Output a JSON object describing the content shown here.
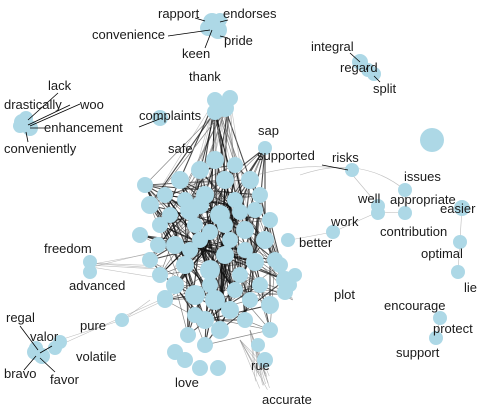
{
  "diagram": {
    "labels": [
      "rapport",
      "endorses",
      "convenience",
      "pride",
      "keen",
      "integral",
      "regard",
      "split",
      "thank",
      "lack",
      "drastically",
      "woo",
      "enhancement",
      "conveniently",
      "complaints",
      "sap",
      "safe",
      "supported",
      "risks",
      "issues",
      "well",
      "appropriate",
      "easier",
      "work",
      "contribution",
      "better",
      "freedom",
      "advanced",
      "plot",
      "optimal",
      "lie",
      "regal",
      "valor",
      "pure",
      "volatile",
      "bravo",
      "favor",
      "encourage",
      "protect",
      "support",
      "rue",
      "love",
      "accurate"
    ],
    "node_color": "#add8e6"
  }
}
